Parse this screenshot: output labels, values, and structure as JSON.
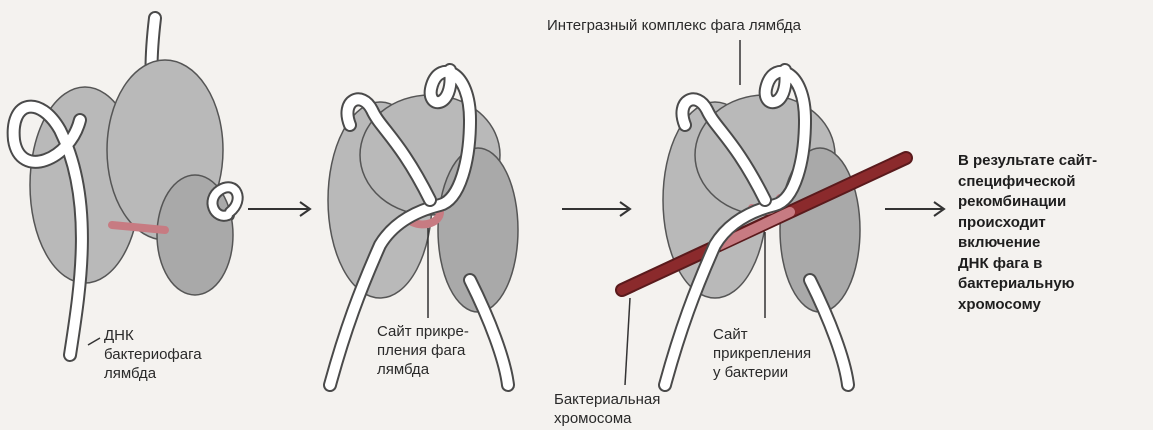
{
  "colors": {
    "protein_fill": "#b9b9b9",
    "protein_dark": "#8f8f8f",
    "dna_white": "#ffffff",
    "dna_outline": "#4a4a4a",
    "chromosome_red": "#8b2a2c",
    "pink_segment": "#c77b82"
  },
  "labels": {
    "complex": "Интегразный комплекс фага лямбда",
    "phage_dna": [
      "ДНК",
      "бактериофага",
      "лямбда"
    ],
    "phage_site": [
      "Сайт прикре-",
      "пления фага",
      "лямбда"
    ],
    "bacterial_site": [
      "Сайт",
      "прикрепления",
      "у бактерии"
    ],
    "chromosome": [
      "Бактериальная",
      "хромосома"
    ],
    "result": [
      "В результате сайт-",
      "специфической",
      "рекомбинации",
      "происходит",
      "включение",
      "ДНК фага в",
      "бактериальную",
      "хромосому"
    ]
  },
  "steps": [
    "step-1",
    "step-2",
    "step-3"
  ]
}
